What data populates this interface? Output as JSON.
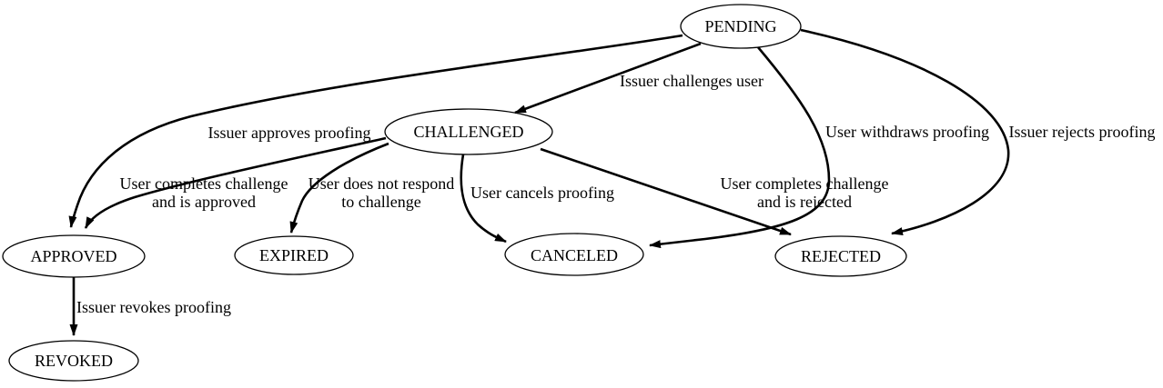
{
  "diagram": {
    "type": "state-machine",
    "background_color": "#ffffff",
    "stroke_color": "#000000",
    "nodes": {
      "pending": {
        "label": "PENDING"
      },
      "challenged": {
        "label": "CHALLENGED"
      },
      "approved": {
        "label": "APPROVED"
      },
      "expired": {
        "label": "EXPIRED"
      },
      "canceled": {
        "label": "CANCELED"
      },
      "rejected": {
        "label": "REJECTED"
      },
      "revoked": {
        "label": "REVOKED"
      }
    },
    "edges": {
      "pending_challenged": {
        "from": "PENDING",
        "to": "CHALLENGED",
        "label": "Issuer challenges user"
      },
      "pending_approved": {
        "from": "PENDING",
        "to": "APPROVED",
        "label": "Issuer approves proofing"
      },
      "pending_canceled": {
        "from": "PENDING",
        "to": "CANCELED",
        "label": "User withdraws proofing"
      },
      "pending_rejected": {
        "from": "PENDING",
        "to": "REJECTED",
        "label": "Issuer rejects proofing"
      },
      "challenged_approved": {
        "from": "CHALLENGED",
        "to": "APPROVED",
        "label_line1": "User completes challenge",
        "label_line2": "and is approved"
      },
      "challenged_expired": {
        "from": "CHALLENGED",
        "to": "EXPIRED",
        "label_line1": "User does not respond",
        "label_line2": "to challenge"
      },
      "challenged_canceled": {
        "from": "CHALLENGED",
        "to": "CANCELED",
        "label": "User cancels proofing"
      },
      "challenged_rejected": {
        "from": "CHALLENGED",
        "to": "REJECTED",
        "label_line1": "User completes challenge",
        "label_line2": "and is rejected"
      },
      "approved_revoked": {
        "from": "APPROVED",
        "to": "REVOKED",
        "label": "Issuer revokes proofing"
      }
    }
  }
}
